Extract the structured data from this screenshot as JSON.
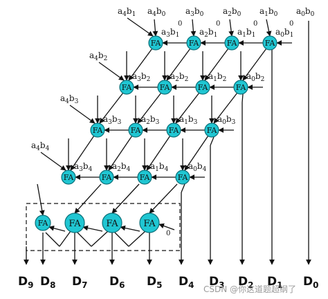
{
  "adder_label": "FA",
  "carry_in": "0",
  "colors": {
    "node_fill": "#20c6d2",
    "node_stroke": "#0b6f78",
    "wire": "#111111",
    "accent": "#20c6d2"
  },
  "top_inputs": [
    "a4b0",
    "a3b0",
    "a2b0",
    "a1b0",
    "a0b0"
  ],
  "row_inputs": [
    "a4b1",
    "a4b2",
    "a4b3",
    "a4b4"
  ],
  "grid_terms": [
    [
      "a3b1",
      "a2b1",
      "a1b1",
      "a0b1"
    ],
    [
      "a3b2",
      "a2b2",
      "a1b2",
      "a0b2"
    ],
    [
      "a3b3",
      "a2b3",
      "a1b3",
      "a0b3"
    ],
    [
      "a3b4",
      "a2b4",
      "a1b4",
      "a0b4"
    ]
  ],
  "outputs": [
    "D9",
    "D8",
    "D7",
    "D6",
    "D5",
    "D4",
    "D3",
    "D2",
    "D1",
    "D0"
  ],
  "watermark": "CSDN @你这道题超纲了"
}
